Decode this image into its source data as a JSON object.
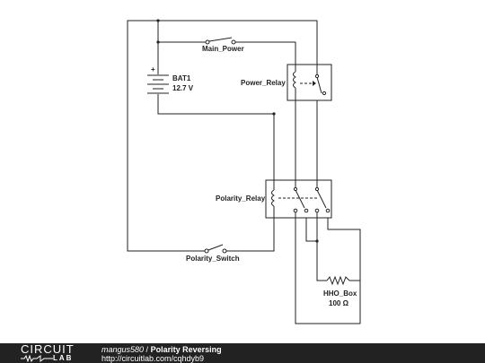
{
  "schematic": {
    "labels": {
      "main_power": "Main_Power",
      "bat1": "BAT1",
      "bat1_voltage": "12.7 V",
      "power_relay": "Power_Relay",
      "polarity_relay": "Polarity_Relay",
      "polarity_switch": "Polarity_Switch",
      "hho_box": "HHO_Box",
      "hho_resistance": "100 Ω"
    },
    "battery_plus": "+"
  },
  "footer": {
    "brand_top": "CIRCUIT",
    "brand_bottom": "LAB",
    "author": "mangus580",
    "separator": " / ",
    "title": "Polarity Reversing",
    "url": "http://circuitlab.com/cqhdyb9"
  },
  "colors": {
    "wire": "#222222",
    "footer_bg": "#222222",
    "footer_text": "#ffffff"
  }
}
